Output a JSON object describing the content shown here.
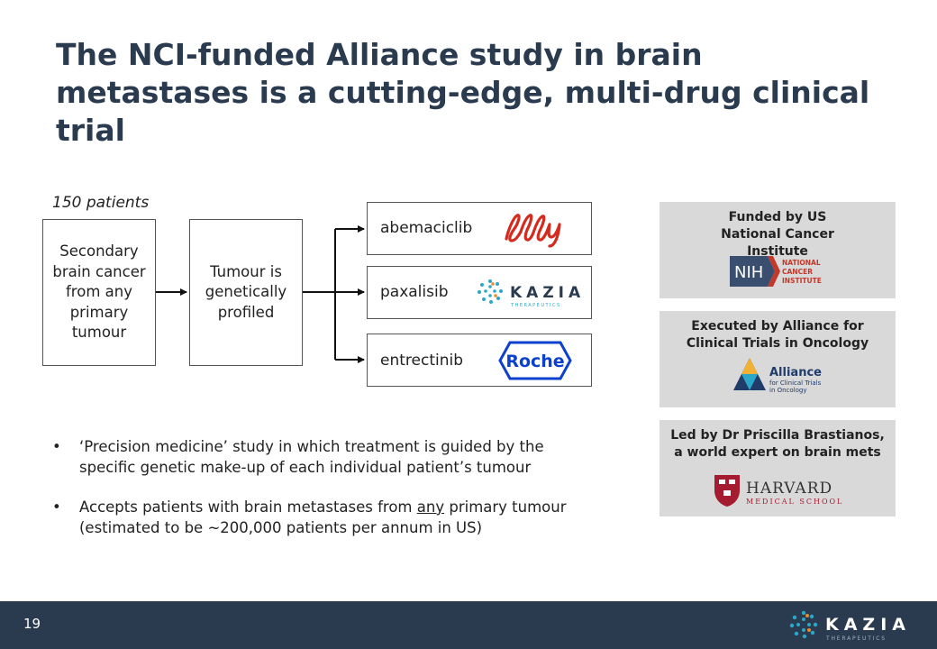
{
  "slide": {
    "title": "The NCI-funded Alliance study in brain metastases is a cutting-edge, multi-drug clinical trial",
    "page_number": "19"
  },
  "flow": {
    "patients_label": "150 patients",
    "step1": "Secondary brain cancer from any primary tumour",
    "step2": "Tumour is genetically profiled",
    "drugs": [
      {
        "name": "abemaciclib",
        "company_logo": "Lilly"
      },
      {
        "name": "paxalisib",
        "company_logo": "KAZIA THERAPEUTICS"
      },
      {
        "name": "entrectinib",
        "company_logo": "Roche"
      }
    ]
  },
  "bullets": {
    "b1": "‘Precision medicine’ study in which treatment is guided by the specific genetic make-up of each individual patient’s tumour",
    "b2_pre": "Accepts patients with brain metastases from ",
    "b2_under": "any",
    "b2_post": " primary tumour (estimated to be ~200,000 patients per annum in US)"
  },
  "panels": {
    "funded_title": "Funded by US National Cancer Institute",
    "nih_logo": "NIH NATIONAL CANCER INSTITUTE",
    "executed_title": "Executed by Alliance for Clinical Trials in Oncology",
    "alliance_logo": "Alliance for Clinical Trials in Oncology",
    "led_title": "Led by Dr Priscilla Brastianos, a world expert on brain mets",
    "harvard_logo": "HARVARD MEDICAL SCHOOL"
  },
  "footer": {
    "logo": "KAZIA THERAPEUTICS"
  },
  "colors": {
    "navy": "#2a3b50",
    "panel_gray": "#d9d9d9",
    "lilly_red": "#d52b1e",
    "kazia_teal": "#2aa7c9",
    "roche_blue": "#0b41cd",
    "harvard_crimson": "#a51c30"
  }
}
